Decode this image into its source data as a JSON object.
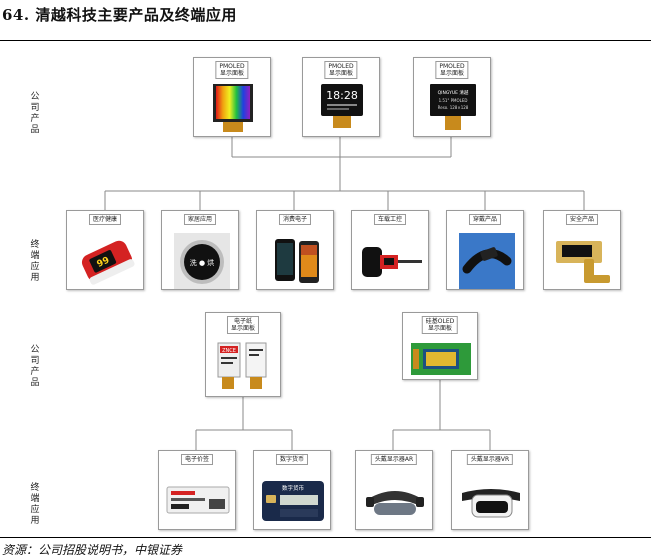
{
  "figure": {
    "title": "64. 清越科技主要产品及终端应用"
  },
  "source": "资源：公司招股说明书，中银证券",
  "side_labels": {
    "products_top": "公司产品",
    "apps_top": "终端应用",
    "products_bottom": "公司产品",
    "apps_bottom": "终端应用"
  },
  "products_top": [
    {
      "line1": "PMOLED",
      "line2": "显示面板"
    },
    {
      "line1": "PMOLED",
      "line2": "显示面板",
      "screen": "18:28"
    },
    {
      "line1": "PMOLED",
      "line2": "显示面板",
      "screen1": "QINGYUE 清越",
      "screen2": "1.51\" PMOLED",
      "screen3": "Reso. 128×128"
    }
  ],
  "apps_top": [
    {
      "label": "医疗健康",
      "screen": "99"
    },
    {
      "label": "家居应用",
      "screen": "洗 ● 烘"
    },
    {
      "label": "消费电子"
    },
    {
      "label": "车载工控"
    },
    {
      "label": "穿戴产品"
    },
    {
      "label": "安全产品"
    }
  ],
  "products_bottom": [
    {
      "line1": "电子纸",
      "line2": "显示面板",
      "tag": "ZNCE"
    },
    {
      "line1": "硅基OLED",
      "line2": "显示面板"
    }
  ],
  "apps_bottom": [
    {
      "label": "电子价签"
    },
    {
      "label": "数字货币",
      "card_text": "数字货币"
    },
    {
      "label": "头戴显示器AR"
    },
    {
      "label": "头戴显示器VR"
    }
  ],
  "colors": {
    "line": "#8a8a8a",
    "border": "#9a9a9a",
    "red": "#d42222",
    "pcb": "#2e9a3a"
  }
}
